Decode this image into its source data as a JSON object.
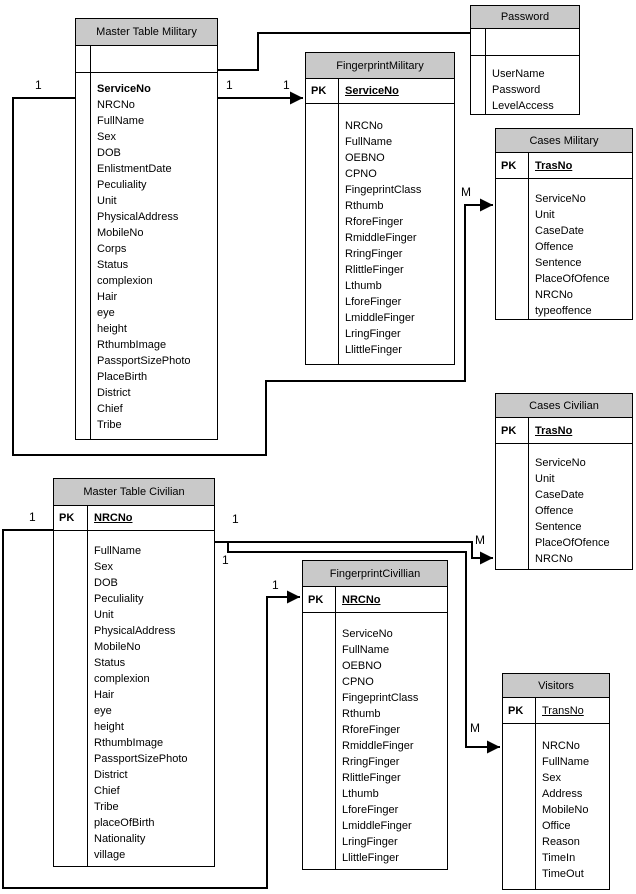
{
  "diagram": {
    "tables": [
      {
        "title": "Master Table Military",
        "pk_label": "",
        "pk_field": "",
        "fields": [
          "ServiceNo",
          "NRCNo",
          "FullName",
          "Sex",
          "DOB",
          "EnlistmentDate",
          "Peculiality",
          "Unit",
          "PhysicalAddress",
          "MobileNo",
          "Corps",
          "Status",
          "complexion",
          "Hair",
          "eye",
          "height",
          "RthumbImage",
          "PassportSizePhoto",
          "PlaceBirth",
          "District",
          "Chief",
          "Tribe"
        ]
      },
      {
        "title": "Password",
        "pk_label": "",
        "pk_field": "",
        "fields": [
          "UserName",
          "Password",
          "LevelAccess"
        ]
      },
      {
        "title": "FingerprintMilitary",
        "pk_label": "PK",
        "pk_field": "ServiceNo",
        "fields": [
          "NRCNo",
          "FullName",
          "OEBNO",
          "CPNO",
          "FingeprintClass",
          "Rthumb",
          "RforeFinger",
          "RmiddleFinger",
          "RringFinger",
          "RlittleFinger",
          "Lthumb",
          "LforeFinger",
          "LmiddleFinger",
          "LringFinger",
          "LlittleFinger"
        ]
      },
      {
        "title": "Cases Military",
        "pk_label": "PK",
        "pk_field": "TrasNo",
        "fields": [
          "ServiceNo",
          "Unit",
          "CaseDate",
          "Offence",
          "Sentence",
          "PlaceOfOfence",
          "NRCNo",
          "typeoffence"
        ]
      },
      {
        "title": "Cases Civilian",
        "pk_label": "PK",
        "pk_field": "TrasNo",
        "fields": [
          "ServiceNo",
          "Unit",
          "CaseDate",
          "Offence",
          "Sentence",
          "PlaceOfOfence",
          "NRCNo"
        ]
      },
      {
        "title": "Master Table Civilian",
        "pk_label": "PK",
        "pk_field": "NRCNo",
        "fields": [
          "FullName",
          "Sex",
          "DOB",
          "Peculiality",
          "Unit",
          "PhysicalAddress",
          "MobileNo",
          "Status",
          "complexion",
          "Hair",
          "eye",
          "height",
          "RthumbImage",
          "PassportSizePhoto",
          "District",
          "Chief",
          "Tribe",
          "placeOfBirth",
          "Nationality",
          "village"
        ]
      },
      {
        "title": "FingerprintCivillian",
        "pk_label": "PK",
        "pk_field": "NRCNo",
        "fields": [
          "ServiceNo",
          "FullName",
          "OEBNO",
          "CPNO",
          "FingeprintClass",
          "Rthumb",
          "RforeFinger",
          "RmiddleFinger",
          "RringFinger",
          "RlittleFinger",
          "Lthumb",
          "LforeFinger",
          "LmiddleFinger",
          "LringFinger",
          "LlittleFinger"
        ]
      },
      {
        "title": "Visitors",
        "pk_label": "PK",
        "pk_field": "TransNo",
        "fields": [
          "NRCNo",
          "FullName",
          "Sex",
          "Address",
          "MobileNo",
          "Office",
          "Reason",
          "TimeIn",
          "TimeOut"
        ]
      }
    ],
    "cardinality_labels": [
      {
        "text": "1"
      },
      {
        "text": "1"
      },
      {
        "text": "1"
      },
      {
        "text": "M"
      },
      {
        "text": "1"
      },
      {
        "text": "1"
      },
      {
        "text": "1"
      },
      {
        "text": "M"
      },
      {
        "text": "1"
      },
      {
        "text": "M"
      }
    ]
  }
}
